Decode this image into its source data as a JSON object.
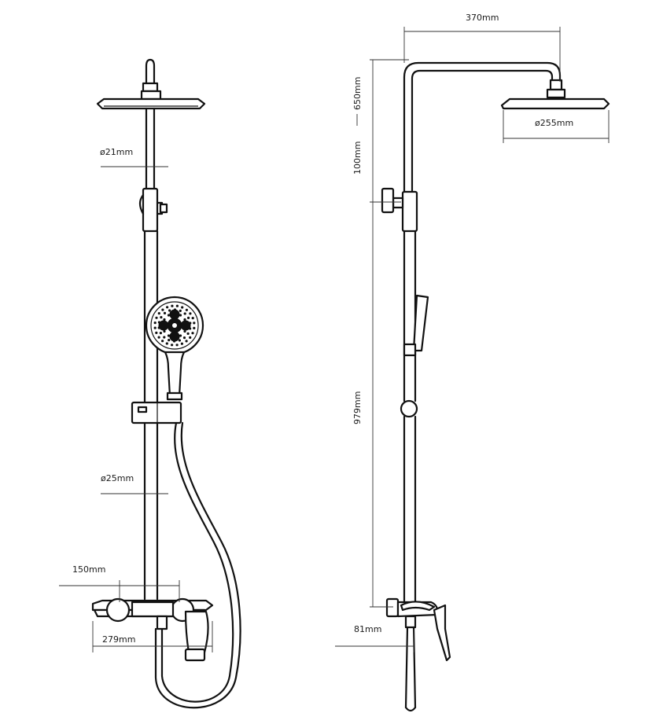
{
  "dimensions": {
    "riser_diameter_top": "ø21mm",
    "riser_diameter_bottom": "ø25mm",
    "mixer_width": "150mm",
    "shelf_width": "279mm",
    "arm_reach": "370mm",
    "head_diameter": "ø255mm",
    "arm_height": "650mm",
    "bracket_spacing": "100mm",
    "riser_length": "979mm",
    "wall_offset": "81mm"
  },
  "colors": {
    "line": "#111111",
    "dimension": "#333333",
    "background": "#ffffff"
  }
}
